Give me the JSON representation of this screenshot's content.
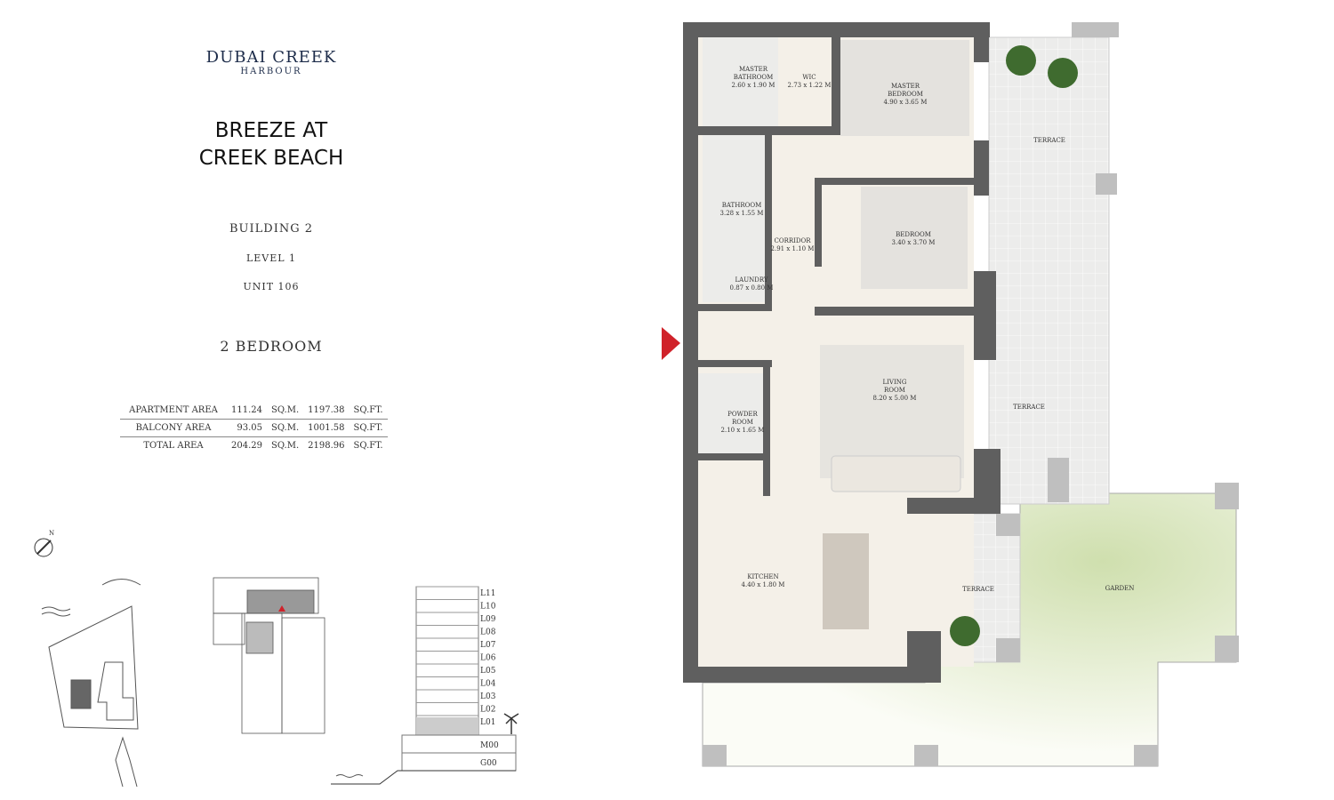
{
  "brand": {
    "name": "DUBAI CREEK",
    "sub": "HARBOUR"
  },
  "project": {
    "line1": "BREEZE AT",
    "line2": "CREEK BEACH"
  },
  "unit": {
    "building": "BUILDING 2",
    "level": "LEVEL 1",
    "unit": "UNIT 106",
    "type": "2 BEDROOM"
  },
  "areas": [
    {
      "label": "APARTMENT AREA",
      "sqm": "111.24",
      "sqm_unit": "SQ.M.",
      "sqft": "1197.38",
      "sqft_unit": "SQ.FT."
    },
    {
      "label": "BALCONY AREA",
      "sqm": "93.05",
      "sqm_unit": "SQ.M.",
      "sqft": "1001.58",
      "sqft_unit": "SQ.FT."
    },
    {
      "label": "TOTAL AREA",
      "sqm": "204.29",
      "sqm_unit": "SQ.M.",
      "sqft": "2198.96",
      "sqft_unit": "SQ.FT."
    }
  ],
  "compass": {
    "north": "N"
  },
  "levels": [
    "L11",
    "L10",
    "L09",
    "L08",
    "L07",
    "L06",
    "L05",
    "L04",
    "L03",
    "L02",
    "L01",
    "M00",
    "G00"
  ],
  "rooms": {
    "master_bath": [
      "MASTER",
      "BATHROOM",
      "2.60 x 1.90 M"
    ],
    "wic": [
      "WIC",
      "2.73 x 1.22 M"
    ],
    "master_bed": [
      "MASTER",
      "BEDROOM",
      "4.90 x 3.65 M"
    ],
    "bathroom": [
      "BATHROOM",
      "3.28 x 1.55 M"
    ],
    "corridor": [
      "CORRIDOR",
      "2.91 x 1.10 M"
    ],
    "bedroom": [
      "BEDROOM",
      "3.40 x 3.70 M"
    ],
    "laundry": [
      "LAUNDRY",
      "0.87 x 0.80 M"
    ],
    "living": [
      "LIVING",
      "ROOM",
      "8.20 x 5.00 M"
    ],
    "powder": [
      "POWDER",
      "ROOM",
      "2.10 x 1.65 M"
    ],
    "kitchen": [
      "KITCHEN",
      "4.40 x 1.80 M"
    ],
    "terrace1": "TERRACE",
    "terrace2": "TERRACE",
    "terrace3": "TERRACE",
    "garden": "GARDEN"
  },
  "colors": {
    "wall": "#5f5f5f",
    "floor": "#f4f0e8",
    "terrace": "#ebebea",
    "garden": "#dfe9c8",
    "entry": "#d0222a"
  }
}
